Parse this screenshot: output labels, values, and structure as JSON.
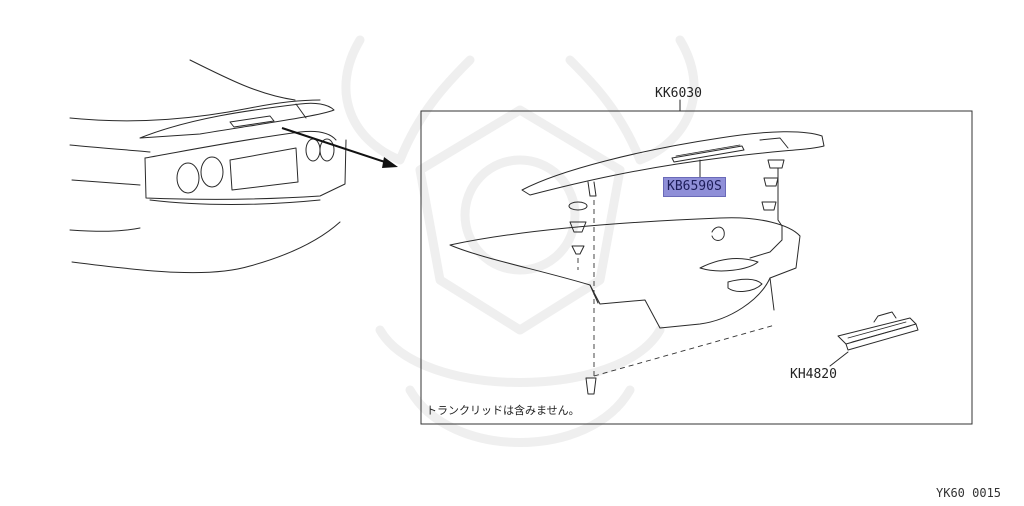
{
  "parts": {
    "spoiler_assembly": "KK6030",
    "spoiler_sub": "KB6590S",
    "brake_light": "KH4820"
  },
  "note": "トランクリッドは含みません。",
  "figure_code": "YK60 0015",
  "colors": {
    "highlight": "#8f8fd8",
    "line": "#2a2a2a",
    "watermark": "#efefef"
  }
}
